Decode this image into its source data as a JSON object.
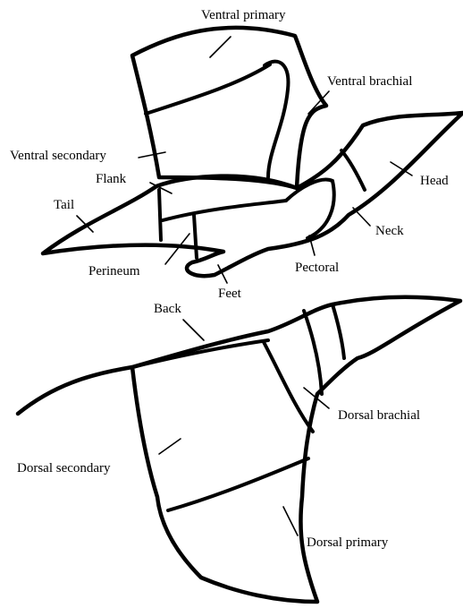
{
  "figure": {
    "ventral_view": {
      "labels": {
        "ventral_primary": "Ventral primary",
        "ventral_brachial": "Ventral brachial",
        "ventral_secondary": "Ventral secondary",
        "flank": "Flank",
        "head": "Head",
        "tail": "Tail",
        "neck": "Neck",
        "perineum": "Perineum",
        "pectoral": "Pectoral",
        "feet": "Feet"
      }
    },
    "dorsal_view": {
      "labels": {
        "back": "Back",
        "dorsal_brachial": "Dorsal brachial",
        "dorsal_secondary": "Dorsal secondary",
        "dorsal_primary": "Dorsal primary"
      }
    },
    "colors": {
      "line": "#000000",
      "background": "#ffffff"
    }
  }
}
